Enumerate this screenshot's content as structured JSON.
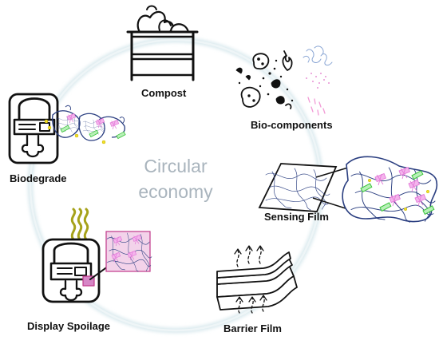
{
  "center": {
    "line1": "Circular",
    "line2": "economy"
  },
  "stages": {
    "compost": "Compost",
    "bio_components": "Bio-components",
    "sensing_film": "Sensing Film",
    "barrier_film": "Barrier Film",
    "display_spoilage": "Display Spoilage",
    "biodegrade": "Biodegrade"
  },
  "colors": {
    "ring": "#e3eef0",
    "line": "#111111",
    "center_text": "#a9b4bd",
    "fiber": "#2a3e80",
    "pink_component": "#e37ad8",
    "green_component": "#3cc43c",
    "yellow_marker": "#f0e02a",
    "heat_wave": "#a6a21a",
    "film_background": "#f3d3ea",
    "magenta_frame": "#c0398a",
    "bio_pink_dots": "#e070c8",
    "bio_blue_fiber": "#9ab4d8"
  },
  "icons": {
    "compost": "compost-bin-icon",
    "bio_components": "food-scraps-icon",
    "sensing_film": "sensing-film-icon",
    "barrier_film": "barrier-film-icon",
    "display_spoilage": "packaged-food-icon",
    "biodegrade": "packaged-food-icon"
  }
}
